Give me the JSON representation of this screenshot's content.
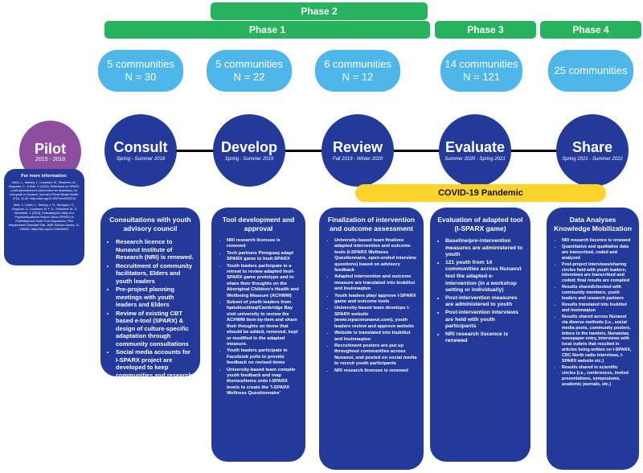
{
  "phases": {
    "phase2": "Phase 2",
    "phase1": "Phase 1",
    "phase3": "Phase 3",
    "phase4": "Phase 4"
  },
  "pills": [
    {
      "line1": "5 communities",
      "line2": "N = 30"
    },
    {
      "line1": "5 communities",
      "line2": "N = 22"
    },
    {
      "line1": "6 communities",
      "line2": "N = 12"
    },
    {
      "line1": "14 communities",
      "line2": "N = 121"
    },
    {
      "line1": "25 communities",
      "line2": ""
    }
  ],
  "pilot": {
    "title": "Pilot",
    "dates": "2015 - 2016"
  },
  "stages": [
    {
      "title": "Consult",
      "dates": "Spring - Summer 2018"
    },
    {
      "title": "Develop",
      "dates": "Spring - Summer 2019"
    },
    {
      "title": "Review",
      "dates": "Fall 2019 - Winter 2020"
    },
    {
      "title": "Evaluate",
      "dates": "Summer 2020 - Spring 2021"
    },
    {
      "title": "Share",
      "dates": "Spring 2021 - Summer 2022"
    }
  ],
  "covid": "COVID-19 Pandemic",
  "info": {
    "heading": "For more information:",
    "ref1": "Litwin, L., Hankey, J., Lucassen, M., Shepherd, M., Singoorie, C., & Bohr, Y. (2023). Reflections on SPARX, a self-administered e-intervention for depression, for Inuit youth in Nunavut. Journal of Rural Mental Health, 47(1), 41-50. https://doi.org/10.1037/rmh0000218",
    "ref2": "Bohr, Y., Litwin, L., Hankey, J. R., McCague, H., Singoorie, C., Lucassen, M. F. G., Shepherd, M., & Bernhardt, J. (2023). Evaluating the Utility of a Psychoeducational Serious Game (SPARX) in Protecting Inuit Youth From Depression: Pilot Randomized Controlled Trial. JMIR Serious Games, 11, e38493. https://doi.org/10.2196/38493"
  },
  "cards": [
    {
      "title": "Consultations with youth advisory council",
      "items": [
        "Research licence to Nunavut Institute of Research (NRI) is renewed.",
        "Recruitment of community facilitators, Elders and youth leaders",
        "Pre-project planning meetings with youth leaders and Elders",
        "Review of existing CBT based e-tool (SPARX) & design of culture-specific adaptation through community consultations",
        "Social media accounts for I-SPARX project are developed to keep communities and research partners updated"
      ]
    },
    {
      "title": "Tool development and approval",
      "items": [
        "NRI research licensse is renewed",
        "Tech partners Pinnguaq adapt SPARX game to Inuit-SPARX",
        "Youth leaders participate in a retreat to review adapted Inuit-SPARX game prototype and to share their thoughts on the Aboriginal Children's Health and Wellbeing Measure (ACHWM)",
        "Subset of youth leaders from Iqaluktuuttiaq/Cambridge Bay visit university to review the ACHWM item-by-item and share their thoughts on items that should be added, removed, kept or modified in the adapted measure.",
        "Youth leaders participate in Facebook polls to provide feedback on revised items",
        "University-based team compile youth feedback and map themes/items onto I-SPARX levels to create the 'I-SPARX Wellness Questionnaire'"
      ]
    },
    {
      "title": "Finalization of intervention and outcome assessment",
      "items": [
        "University-based team finalizes adapted intervention and outcome tools (I-SPARX Wellness Questionnaire, open-ended interview questions) based on advisory feedback",
        "Adapted intervention and outcome measure are translated into Inuktitut and Inuinnaqtun",
        "Youth leaders play/ approve I-SPARX game and outcome tools",
        "University-based team develops I-SPARX website (www.isparxnunavut.com); youth leaders review and approve website",
        "Website is translated into Inuktitut and Inuinnaqtun",
        "Recruitment posters are put up throughout communities across Nunavut, and posted on social media to recruit youth participants",
        "NRI research licensse is renewed"
      ]
    },
    {
      "title": "Evaluation of adapted tool (I-SPARX game)",
      "items": [
        "Baseline/pre-intervention measures are administered to youth",
        "121 youth from 14 communities across Nunavut test the adapted e-intervention (in a workshop setting or individually)",
        "Post-intervention measures are administered to youth",
        "Post-intervention interviews are held with youth participants",
        "NRI research liscence is renewed"
      ]
    },
    {
      "title": "Data Analyses Knowledge Mobilization",
      "items": [
        "NRI research liscence is renewed",
        "Quantitative and qualitative data are transcribed, coded and analyzed",
        "Post-project interviews/sharing circles held with youth leaders; interviews are transcribed and coded; final results are compiled",
        "Results shared/checked with community members, youth leaders and research partners",
        "Results translated into Inuktitut and Inuinnaqtun",
        "Results shared across Nunavut via diverse methods (i.e., social media posts, community posters, letters to the hamlets, Nunatsiaq newspaper entry, interviews with local outlets that resulted in articles being written on I-SPARX, CBC North radio interviews, I-SPARX website etc.)",
        "Results shared in scientific circles (i.e., conferences, invited presentations, symposiums, academic journals, etc.)"
      ]
    }
  ],
  "colors": {
    "phase_green": "#27b35e",
    "pill_blue": "#4fb6e9",
    "navy": "#233a9b",
    "pilot_purple": "#8d4ea0",
    "covid_yellow": "#fbd32a"
  }
}
